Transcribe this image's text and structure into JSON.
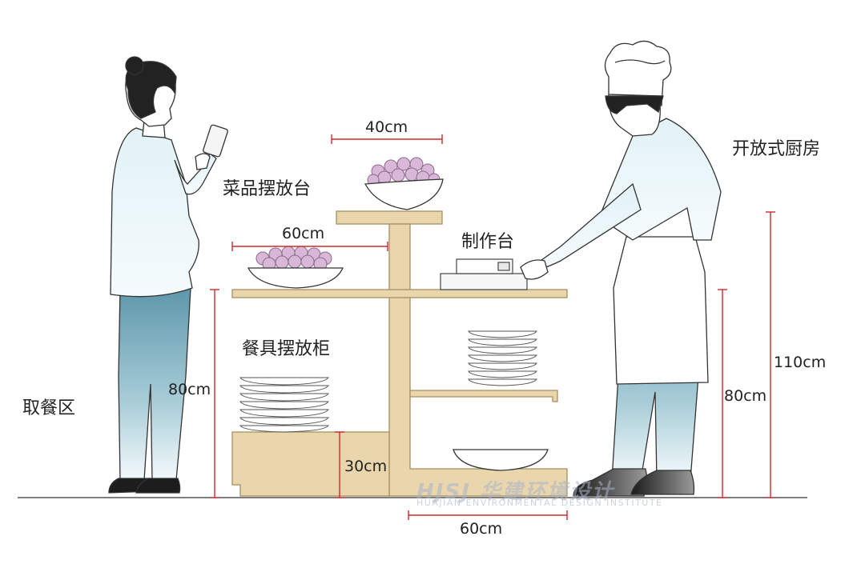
{
  "labels": {
    "dish_display": "菜品摆放台",
    "prep_table": "制作台",
    "tableware_cabinet": "餐具摆放柜",
    "pickup_area": "取餐区",
    "open_kitchen": "开放式厨房"
  },
  "dimensions": {
    "top_width": "40cm",
    "shelf_width": "60cm",
    "base_width": "60cm",
    "counter_height_left": "80cm",
    "counter_height_right": "80cm",
    "cabinet_height": "30cm",
    "total_height": "110cm"
  },
  "watermark": {
    "logo": "HJSJ 华建环境设计",
    "subtitle": "HUAJIAN ENVIRONMENTAL DESIGN INSTITUTE"
  },
  "colors": {
    "wood": "#e9d6ad",
    "wood_stroke": "#a88f5e",
    "dimension": "#d0282e",
    "shirt": "#e6f4f8",
    "pants": "#6fa6b8",
    "plum": "#d9b7d6"
  }
}
